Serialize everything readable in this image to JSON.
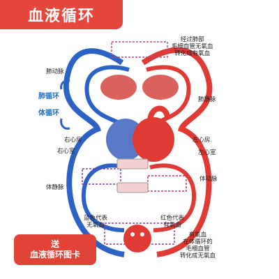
{
  "title": "血液循环",
  "labels": {
    "pulmonary_artery": "肺动脉",
    "pulmonary_circulation": "肺循环",
    "systemic_circulation": "体循环",
    "right_atrium": "右心房",
    "right_ventricle": "右心室",
    "vena_cava": "体静脉",
    "blue_meaning": "蓝色代表\n无氧血",
    "red_meaning": "红色代表\n有氧血",
    "lung_exchange": "经过肺部\n毛细血管无氧血\n转化成有氧血",
    "pulmonary_vein": "肺静脉",
    "left_atrium": "左心房",
    "left_ventricle": "左心室",
    "aorta": "体动脉",
    "body_exchange": "有氧血\n在体循环的\n毛细血管\n转化成无氧血"
  },
  "promo": {
    "line1": "送",
    "line2": "血液循环图卡"
  },
  "colors": {
    "accent": "#e6473c",
    "oxygenated": "#e03a35",
    "deoxygenated": "#2c62c6"
  }
}
